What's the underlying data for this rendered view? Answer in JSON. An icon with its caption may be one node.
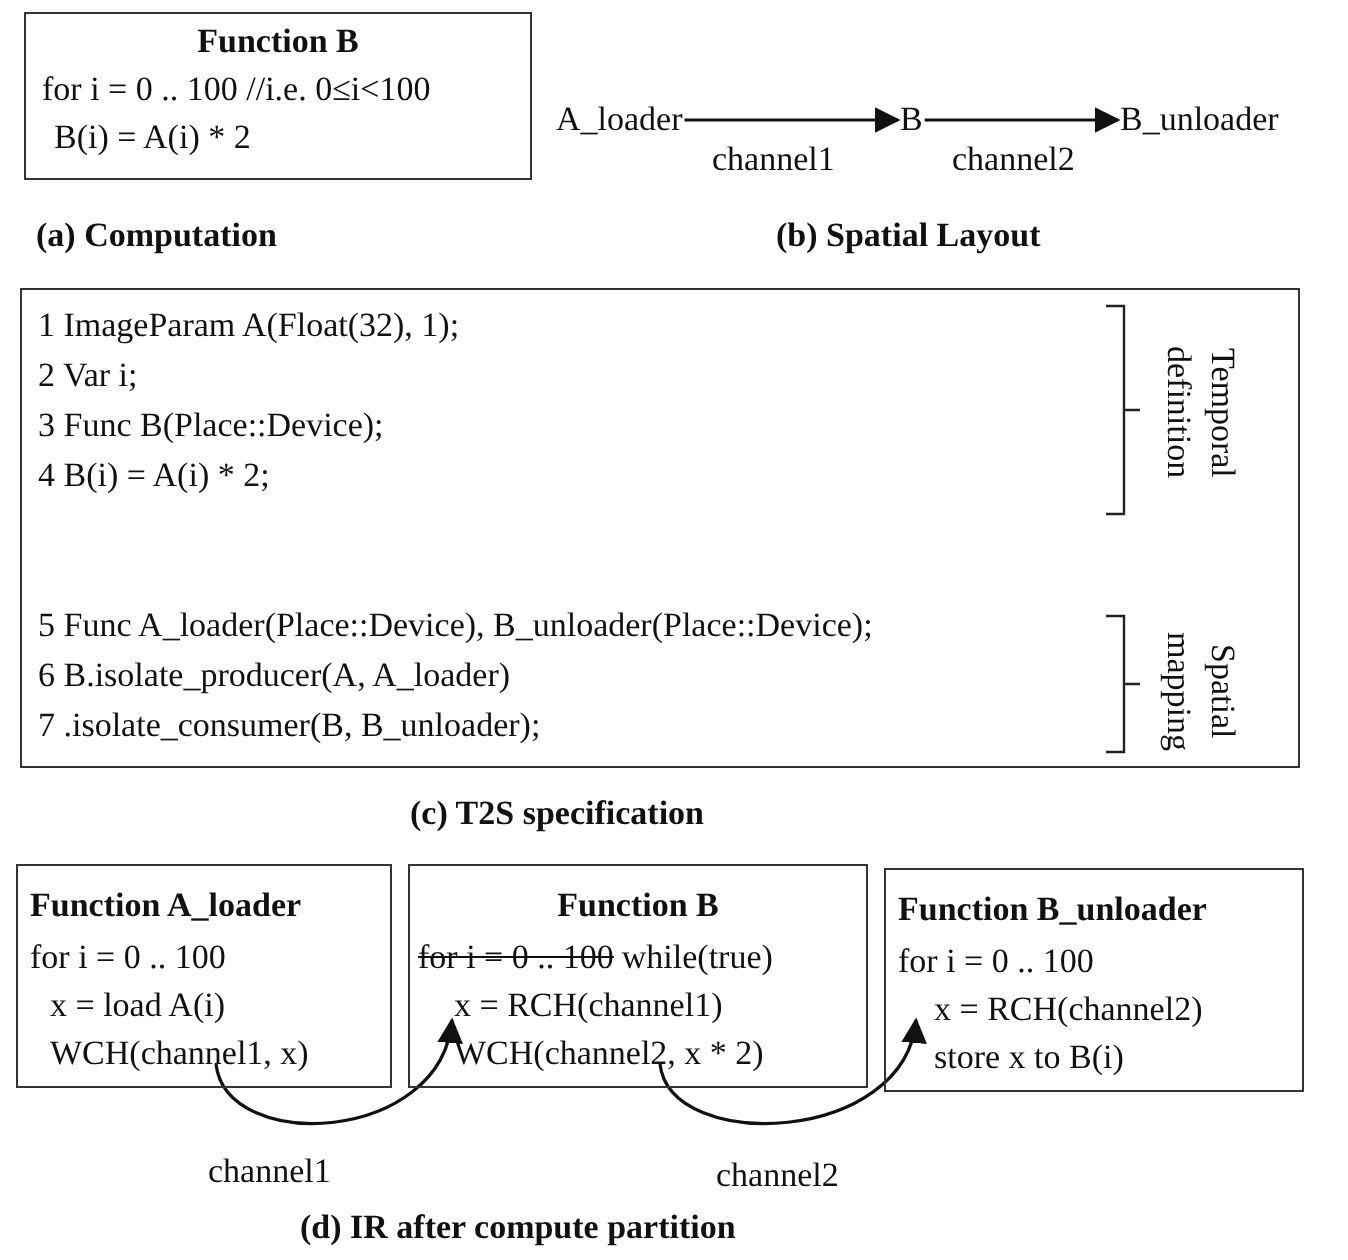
{
  "diagram": {
    "nodes": [
      {
        "text": [
          "Function B",
          "for i = 0 .. 100 //i.e. 0≤i<100",
          "B(i) = A(i) * 2"
        ]
      },
      {
        "text": [
          "A_loader"
        ]
      },
      {
        "text": [
          "B"
        ]
      },
      {
        "text": [
          "B_unloader"
        ]
      },
      {
        "text": [
          "1 ImageParam A(Float(32), 1);",
          "2 Var i;",
          "3 Func B(Place::Device);",
          "4 B(i) = A(i) * 2;",
          "5 Func A_loader(Place::Device), B_unloader(Place::Device);",
          "6 B.isolate_producer(A, A_loader)",
          "7 .isolate_consumer(B, B_unloader);"
        ]
      },
      {
        "text": [
          "Function A_loader",
          "for i = 0 .. 100",
          "x = load A(i)",
          "WCH(channel1, x)"
        ]
      },
      {
        "text": [
          "Function B",
          "for i = 0 .. 100",
          "while(true)",
          "x = RCH(channel1)",
          "WCH(channel2, x * 2)"
        ]
      },
      {
        "text": [
          "Function B_unloader",
          "for i = 0 .. 100",
          "x = RCH(channel2)",
          "store x to B(i)"
        ]
      }
    ],
    "edges": [
      {
        "from": 1,
        "to": 2,
        "arrow": "to",
        "label": "channel1"
      },
      {
        "from": 2,
        "to": 3,
        "arrow": "to",
        "label": "channel2"
      },
      {
        "from": 5,
        "to": 6,
        "arrow": "to",
        "label": "channel1"
      },
      {
        "from": 6,
        "to": 7,
        "arrow": "to",
        "label": "channel2"
      }
    ],
    "labels": [
      "(a) Computation",
      "(b) Spatial Layout",
      "Temporal definition",
      "Spatial mapping",
      "(c) T2S specification",
      "(d) IR after compute partition"
    ]
  }
}
